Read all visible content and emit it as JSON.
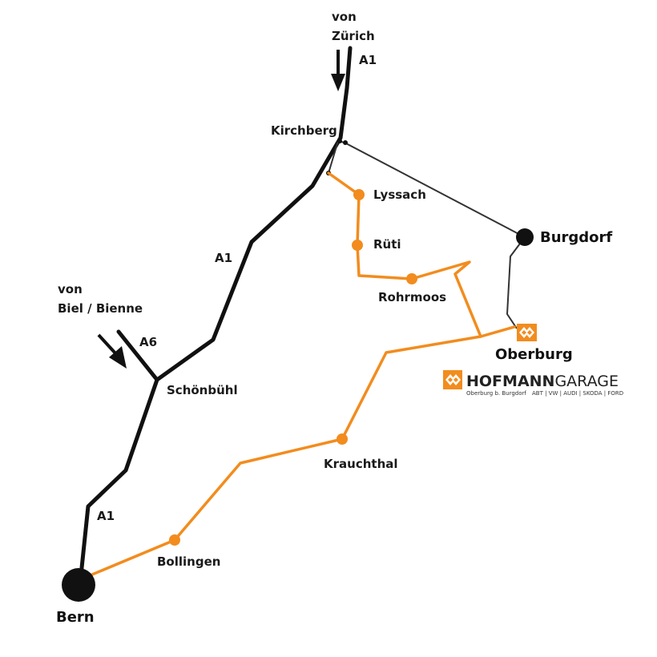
{
  "colors": {
    "highway": "#111111",
    "local_road": "#333333",
    "route": "#f28c1e",
    "brand_orange": "#f28c1e"
  },
  "origins": {
    "zurich": {
      "line1": "von",
      "line2": "Zürich"
    },
    "biel": {
      "line1": "von",
      "line2": "Biel / Bienne"
    }
  },
  "roads": {
    "a1_north": "A1",
    "a1_mid": "A1",
    "a1_south": "A1",
    "a6": "A6"
  },
  "places": {
    "kirchberg": "Kirchberg",
    "lyssach": "Lyssach",
    "ruti": "Rüti",
    "rohrmoos": "Rohrmoos",
    "burgdorf": "Burgdorf",
    "oberburg": "Oberburg",
    "schonbuhl": "Schönbühl",
    "krauchthal": "Krauchthal",
    "bollingen": "Bollingen",
    "bern": "Bern"
  },
  "brand": {
    "name_bold": "HOFMANN",
    "name_light": "GARAGE",
    "location": "Oberburg b. Burgdorf",
    "makes": "ABT | VW | AUDI | SKODA | FORD",
    "logo_icon": "hofmann-diamond-logo-icon",
    "destination_icon": "garage-destination-icon"
  }
}
